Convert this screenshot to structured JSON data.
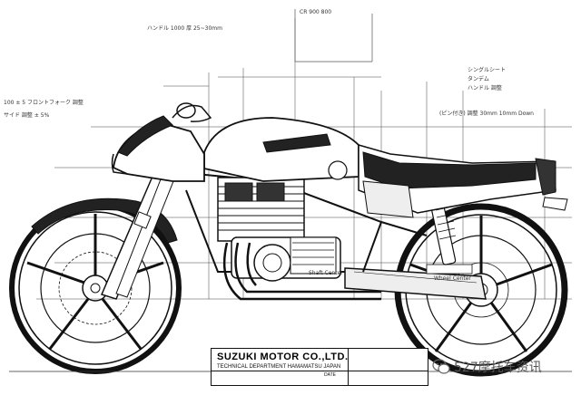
{
  "drawing": {
    "title_block": {
      "company": "SUZUKI MOTOR CO.,LTD.",
      "department": "TECHNICAL DEPARTMENT HAMAMATSU JAPAN",
      "date_label": "DATE"
    },
    "annotations": {
      "front_fork_note": "ハンドル 1000 厚 25~30mm",
      "left_note_1": "100 ± 5  フロントフォーク 調整",
      "left_note_2": "サイド 調整 ± 5%",
      "top_note": "CR 900    800",
      "right_note_1": "シングルシート",
      "right_note_2": "タンデム",
      "right_note_3": "ハンドル 調整",
      "mid_right_note": "(ピン付き)  調整 30mm 10mm Down",
      "engine_note": "Shaft Center",
      "rear_note": "Wheel Center"
    },
    "watermark": {
      "text": "527摩托车资讯"
    }
  }
}
